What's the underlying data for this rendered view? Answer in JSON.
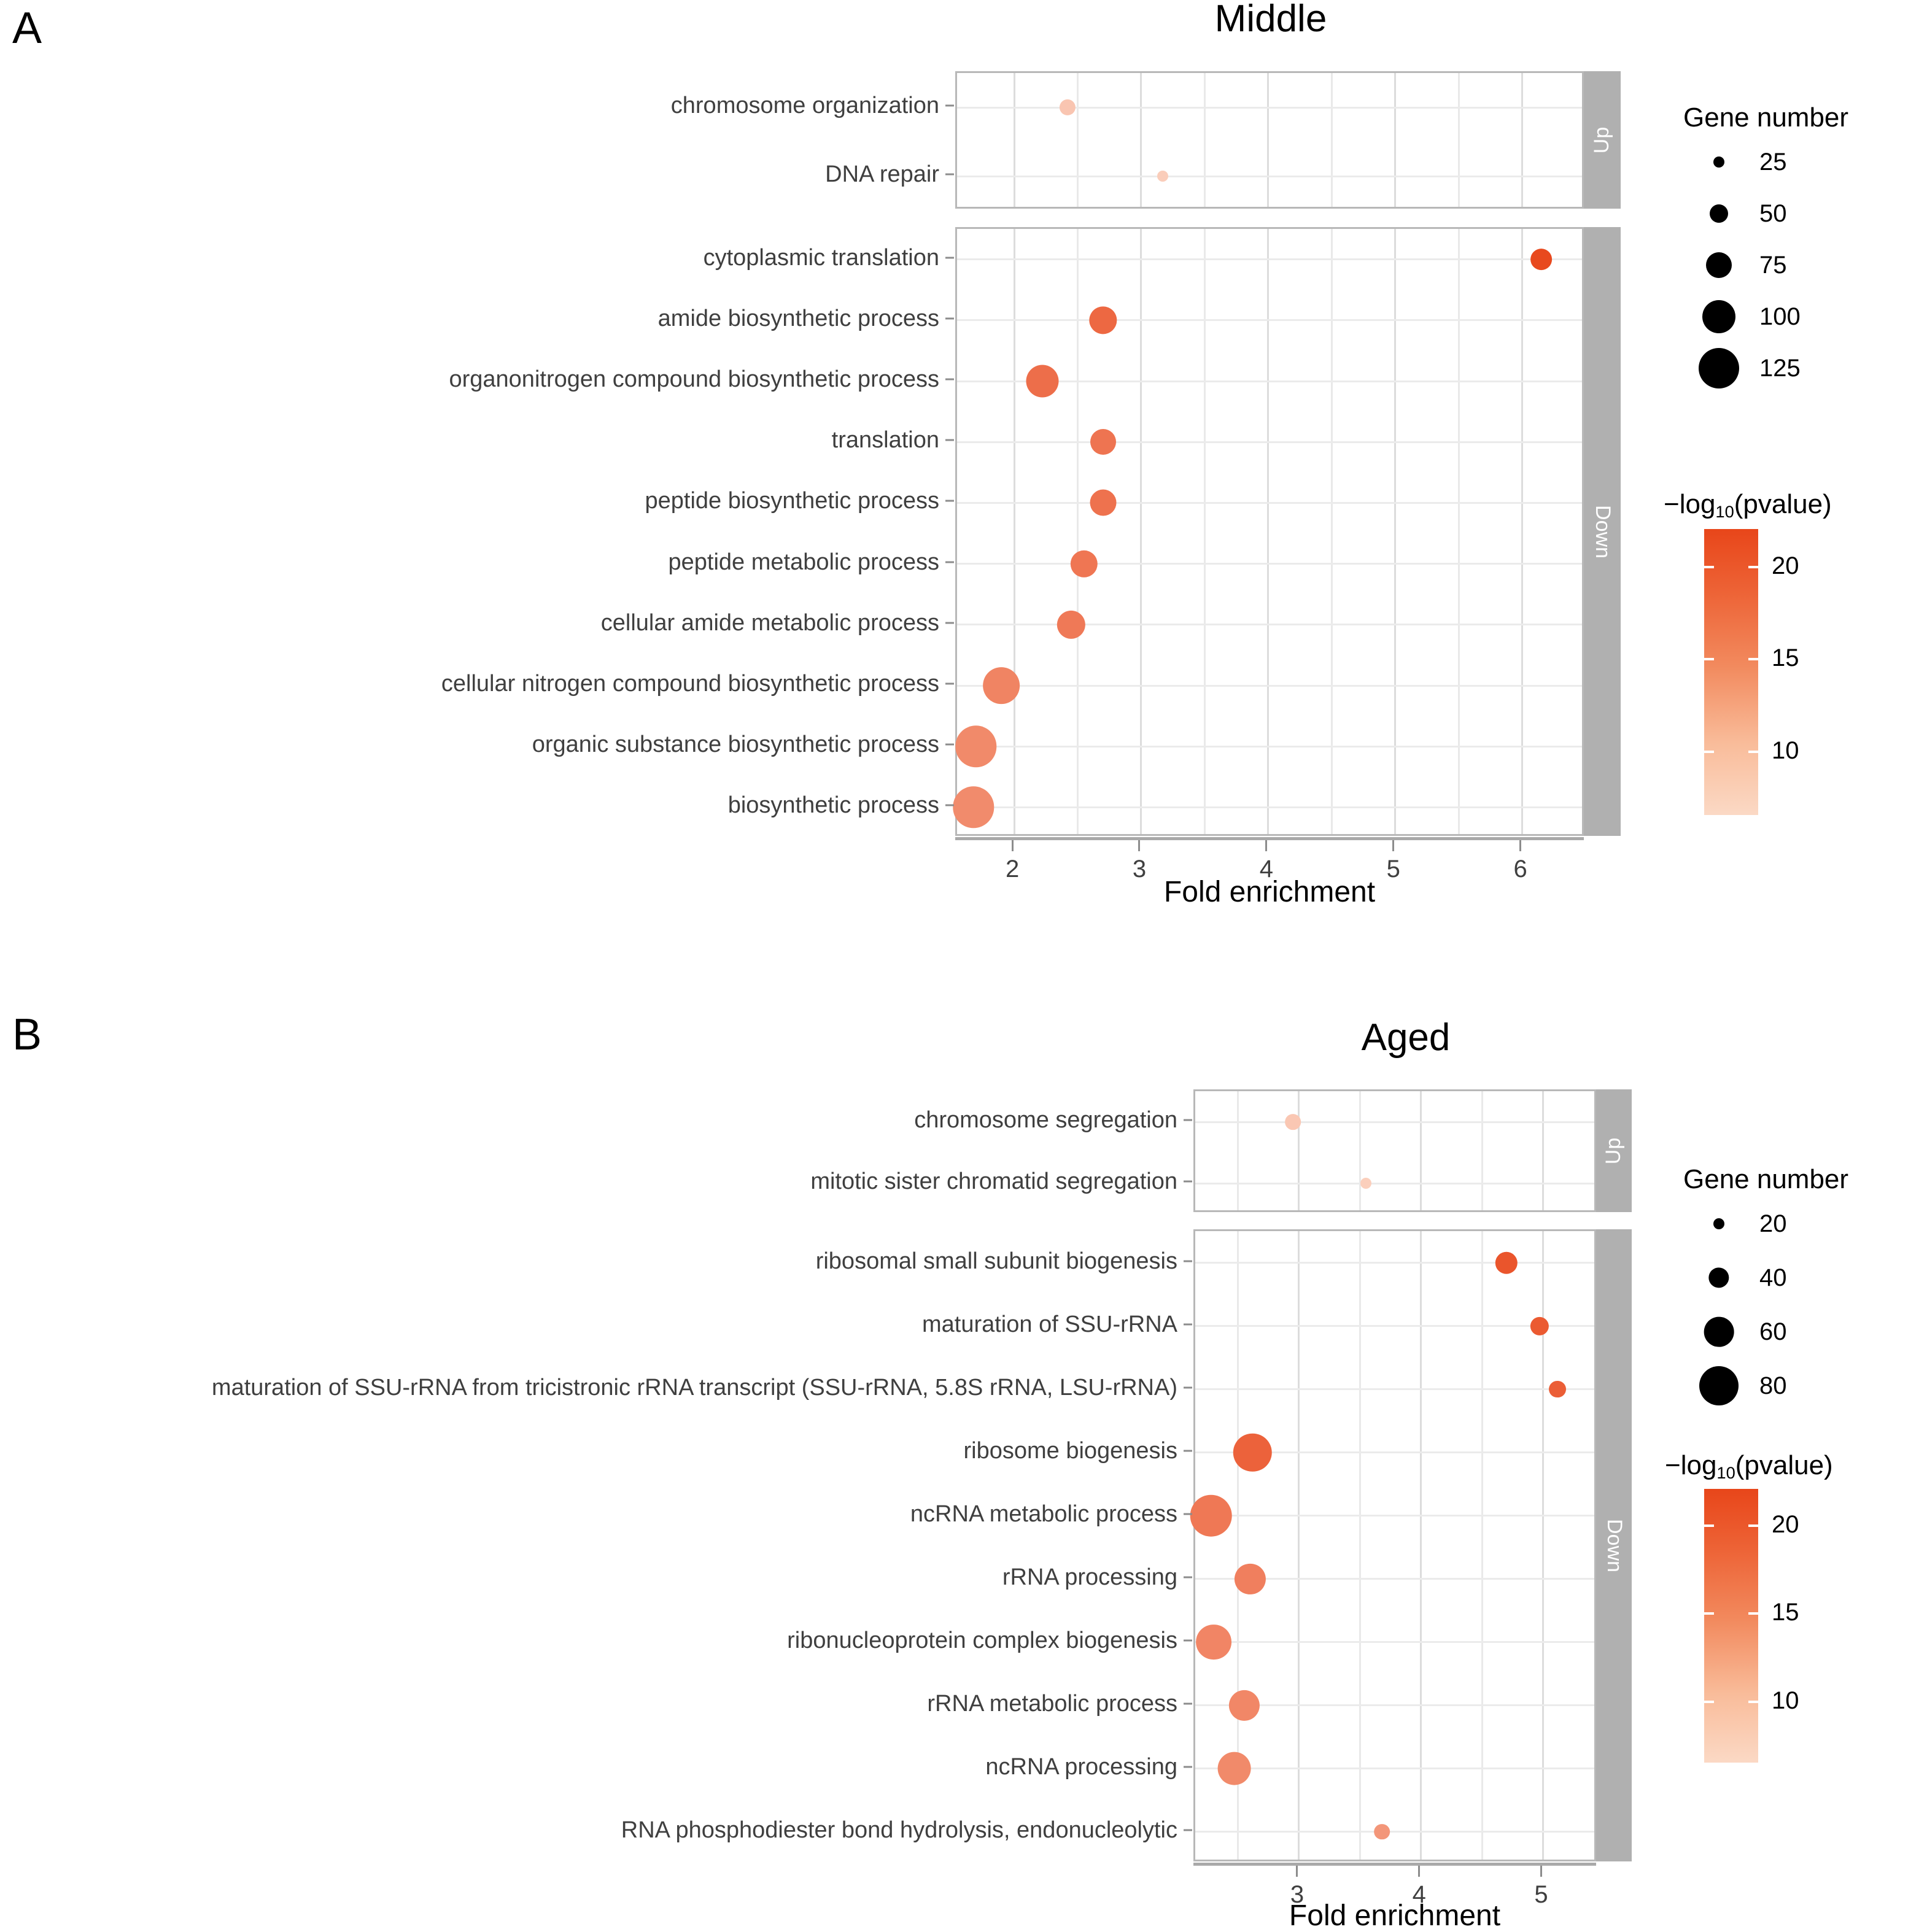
{
  "figure": {
    "panels": [
      {
        "letter": "A",
        "title": "Middle",
        "x_axis_title": "Fold enrichment",
        "x_ticks": [
          "2",
          "3",
          "4",
          "5",
          "6"
        ],
        "facet_up_label": "Up",
        "facet_down_label": "Down",
        "size_legend_title": "Gene number",
        "size_legend_values": [
          "25",
          "50",
          "75",
          "100",
          "125"
        ],
        "color_legend_title_pre": "−log",
        "color_legend_title_sub": "10",
        "color_legend_title_post": "(pvalue)",
        "color_legend_ticks": [
          "20",
          "15",
          "10"
        ]
      },
      {
        "letter": "B",
        "title": "Aged",
        "x_axis_title": "Fold enrichment",
        "x_ticks": [
          "3",
          "4",
          "5"
        ],
        "facet_up_label": "Up",
        "facet_down_label": "Down",
        "size_legend_title": "Gene number",
        "size_legend_values": [
          "20",
          "40",
          "60",
          "80"
        ],
        "color_legend_title_pre": "−log",
        "color_legend_title_sub": "10",
        "color_legend_title_post": "(pvalue)",
        "color_legend_ticks": [
          "20",
          "15",
          "10"
        ]
      }
    ]
  },
  "chart_data": [
    {
      "type": "scatter",
      "title": "Middle",
      "panel": "A",
      "xlabel": "Fold enrichment",
      "ylabel": "",
      "xlim": [
        1.55,
        6.5
      ],
      "xticks": [
        2,
        3,
        4,
        5,
        6
      ],
      "grid": true,
      "size_legend": {
        "title": "Gene number",
        "breaks": [
          25,
          50,
          75,
          100,
          125
        ]
      },
      "color_legend": {
        "title": "-log10(pvalue)",
        "ticks": [
          10,
          15,
          20
        ],
        "low": "#FDE0D0",
        "high": "#E8461A"
      },
      "facets": [
        {
          "name": "Up",
          "points": [
            {
              "term": "chromosome organization",
              "fold_enrichment": 2.42,
              "gene_number": 42,
              "neg_log10_pvalue": 5.4
            },
            {
              "term": "DNA repair",
              "fold_enrichment": 3.17,
              "gene_number": 17,
              "neg_log10_pvalue": 4.6
            }
          ]
        },
        {
          "name": "Down",
          "points": [
            {
              "term": "cytoplasmic translation",
              "fold_enrichment": 6.15,
              "gene_number": 62,
              "neg_log10_pvalue": 21.5
            },
            {
              "term": "amide biosynthetic process",
              "fold_enrichment": 2.7,
              "gene_number": 82,
              "neg_log10_pvalue": 17.2
            },
            {
              "term": "organonitrogen compound biosynthetic process",
              "fold_enrichment": 2.22,
              "gene_number": 98,
              "neg_log10_pvalue": 16.3
            },
            {
              "term": "translation",
              "fold_enrichment": 2.7,
              "gene_number": 75,
              "neg_log10_pvalue": 15.5
            },
            {
              "term": "peptide biosynthetic process",
              "fold_enrichment": 2.7,
              "gene_number": 77,
              "neg_log10_pvalue": 15.8
            },
            {
              "term": "peptide metabolic process",
              "fold_enrichment": 2.55,
              "gene_number": 80,
              "neg_log10_pvalue": 15.2
            },
            {
              "term": "cellular amide metabolic process",
              "fold_enrichment": 2.45,
              "gene_number": 84,
              "neg_log10_pvalue": 14.8
            },
            {
              "term": "cellular nitrogen compound biosynthetic process",
              "fold_enrichment": 1.9,
              "gene_number": 112,
              "neg_log10_pvalue": 13.4
            },
            {
              "term": "organic substance biosynthetic process",
              "fold_enrichment": 1.7,
              "gene_number": 128,
              "neg_log10_pvalue": 12.6
            },
            {
              "term": "biosynthetic process",
              "fold_enrichment": 1.68,
              "gene_number": 128,
              "neg_log10_pvalue": 12.4
            }
          ]
        }
      ]
    },
    {
      "type": "scatter",
      "title": "Aged",
      "panel": "B",
      "xlabel": "Fold enrichment",
      "ylabel": "",
      "xlim": [
        2.15,
        5.45
      ],
      "xticks": [
        3,
        4,
        5
      ],
      "grid": true,
      "size_legend": {
        "title": "Gene number",
        "breaks": [
          20,
          40,
          60,
          80
        ]
      },
      "color_legend": {
        "title": "-log10(pvalue)",
        "ticks": [
          10,
          15,
          20
        ],
        "low": "#FDE0D0",
        "high": "#E8461A"
      },
      "facets": [
        {
          "name": "Up",
          "points": [
            {
              "term": "chromosome segregation",
              "fold_enrichment": 2.95,
              "gene_number": 30,
              "neg_log10_pvalue": 5.2
            },
            {
              "term": "mitotic sister chromatid segregation",
              "fold_enrichment": 3.55,
              "gene_number": 13,
              "neg_log10_pvalue": 4.4
            }
          ]
        },
        {
          "name": "Down",
          "points": [
            {
              "term": "ribosomal small subunit biogenesis",
              "fold_enrichment": 4.7,
              "gene_number": 44,
              "neg_log10_pvalue": 19.8
            },
            {
              "term": "maturation of SSU-rRNA",
              "fold_enrichment": 4.97,
              "gene_number": 36,
              "neg_log10_pvalue": 19.2
            },
            {
              "term": "maturation of SSU-rRNA from tricistronic rRNA transcript (SSU-rRNA, 5.8S rRNA, LSU-rRNA)",
              "fold_enrichment": 5.12,
              "gene_number": 33,
              "neg_log10_pvalue": 18.6
            },
            {
              "term": "ribosome biogenesis",
              "fold_enrichment": 2.62,
              "gene_number": 78,
              "neg_log10_pvalue": 18.0
            },
            {
              "term": "ncRNA metabolic process",
              "fold_enrichment": 2.28,
              "gene_number": 86,
              "neg_log10_pvalue": 15.0
            },
            {
              "term": "rRNA processing",
              "fold_enrichment": 2.6,
              "gene_number": 62,
              "neg_log10_pvalue": 14.0
            },
            {
              "term": "ribonucleoprotein complex biogenesis",
              "fold_enrichment": 2.3,
              "gene_number": 72,
              "neg_log10_pvalue": 13.2
            },
            {
              "term": "rRNA metabolic process",
              "fold_enrichment": 2.55,
              "gene_number": 62,
              "neg_log10_pvalue": 13.0
            },
            {
              "term": "ncRNA processing",
              "fold_enrichment": 2.47,
              "gene_number": 68,
              "neg_log10_pvalue": 12.6
            },
            {
              "term": "RNA phosphodiester bond hydrolysis, endonucleolytic",
              "fold_enrichment": 3.68,
              "gene_number": 30,
              "neg_log10_pvalue": 11.0
            }
          ]
        }
      ]
    }
  ]
}
